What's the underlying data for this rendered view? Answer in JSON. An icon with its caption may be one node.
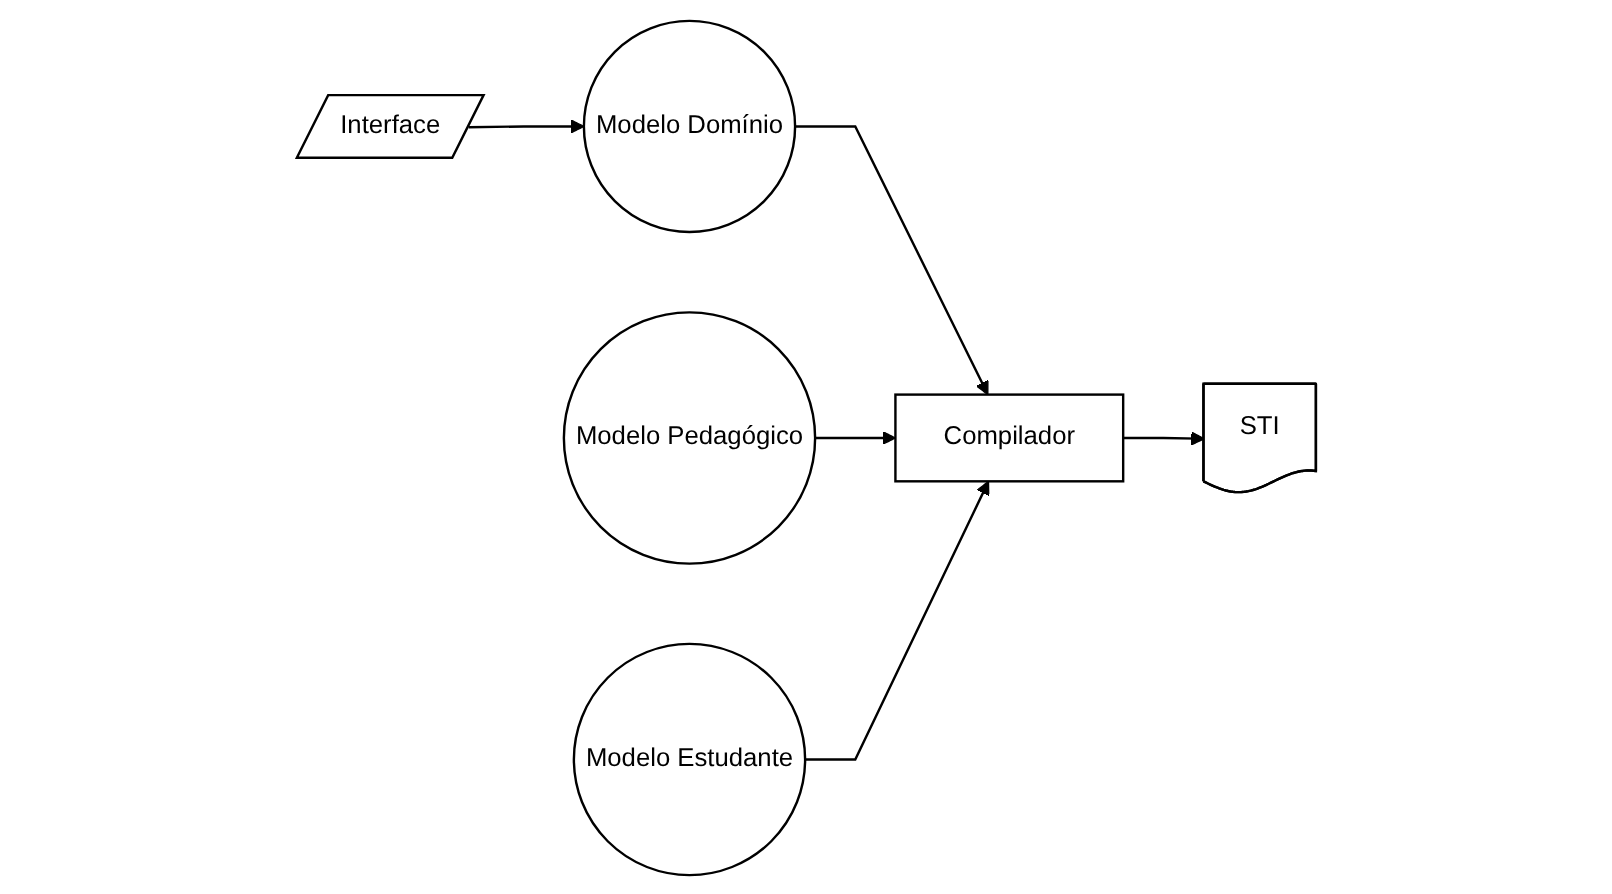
{
  "diagram": {
    "nodes": [
      {
        "text": [
          "Modelo Pedagógico"
        ]
      },
      {
        "text": [
          "Interface"
        ]
      },
      {
        "text": [
          "Modelo Domínio"
        ]
      },
      {
        "text": [
          "Compilador"
        ]
      },
      {
        "text": [
          "Modelo Estudante"
        ]
      },
      {
        "text": [
          "STI"
        ]
      }
    ],
    "edges": [
      {
        "from": 1,
        "to": 2,
        "arrow": "to"
      },
      {
        "from": 2,
        "to": 3,
        "arrow": "to"
      },
      {
        "from": 0,
        "to": 3,
        "arrow": "to"
      },
      {
        "from": 4,
        "to": 3,
        "arrow": "to"
      },
      {
        "from": 3,
        "to": 5,
        "arrow": "to"
      }
    ]
  }
}
